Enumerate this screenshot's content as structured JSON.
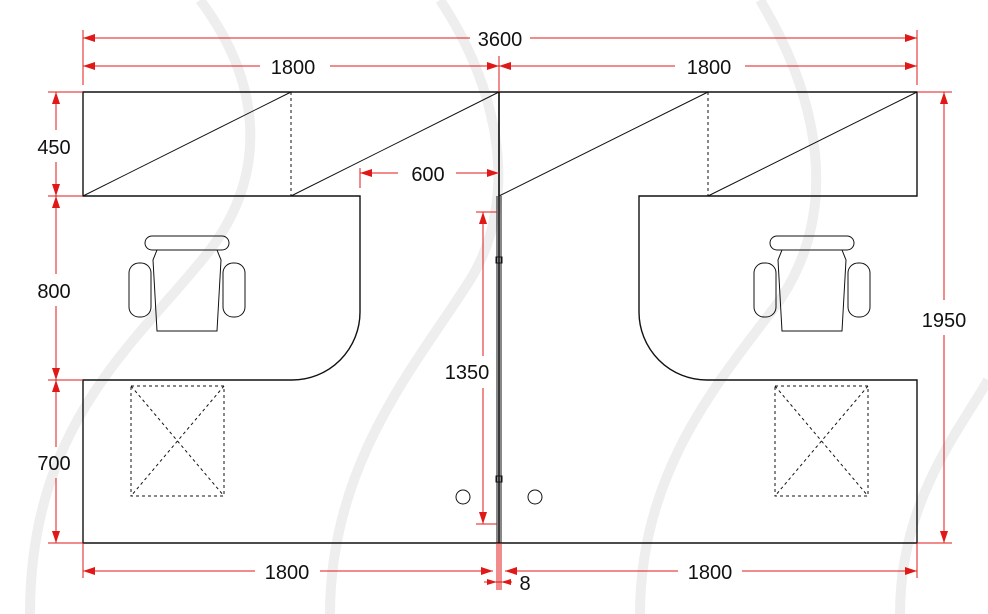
{
  "colors": {
    "dimension": "#e01818",
    "outline": "#111111",
    "background": "#ffffff"
  },
  "dimensions": {
    "total_width": "3600",
    "top_left_width": "1800",
    "top_right_width": "1800",
    "storage_depth": "450",
    "desk_depth": "800",
    "return_depth": "700",
    "total_depth": "1950",
    "opening_width": "600",
    "partition_length": "1350",
    "bottom_left_width": "1800",
    "bottom_right_width": "1800",
    "partition_thickness": "8"
  },
  "icons": {
    "chair": "office-chair-icon",
    "cpu": "cpu-box-icon",
    "grommet": "cable-grommet-icon"
  }
}
